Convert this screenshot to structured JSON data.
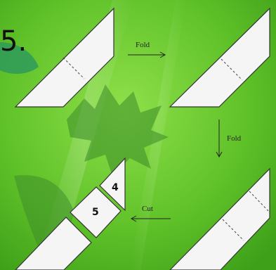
{
  "diagram": {
    "step_number": "5.",
    "arrows": {
      "fold_1": "Fold",
      "fold_2": "Fold",
      "cut": "Cut"
    },
    "piece_labels": {
      "triangle": "4",
      "square": "5"
    },
    "colors": {
      "background": "#66cc33",
      "paper": "#f5f5f5",
      "outline": "#333333"
    }
  }
}
